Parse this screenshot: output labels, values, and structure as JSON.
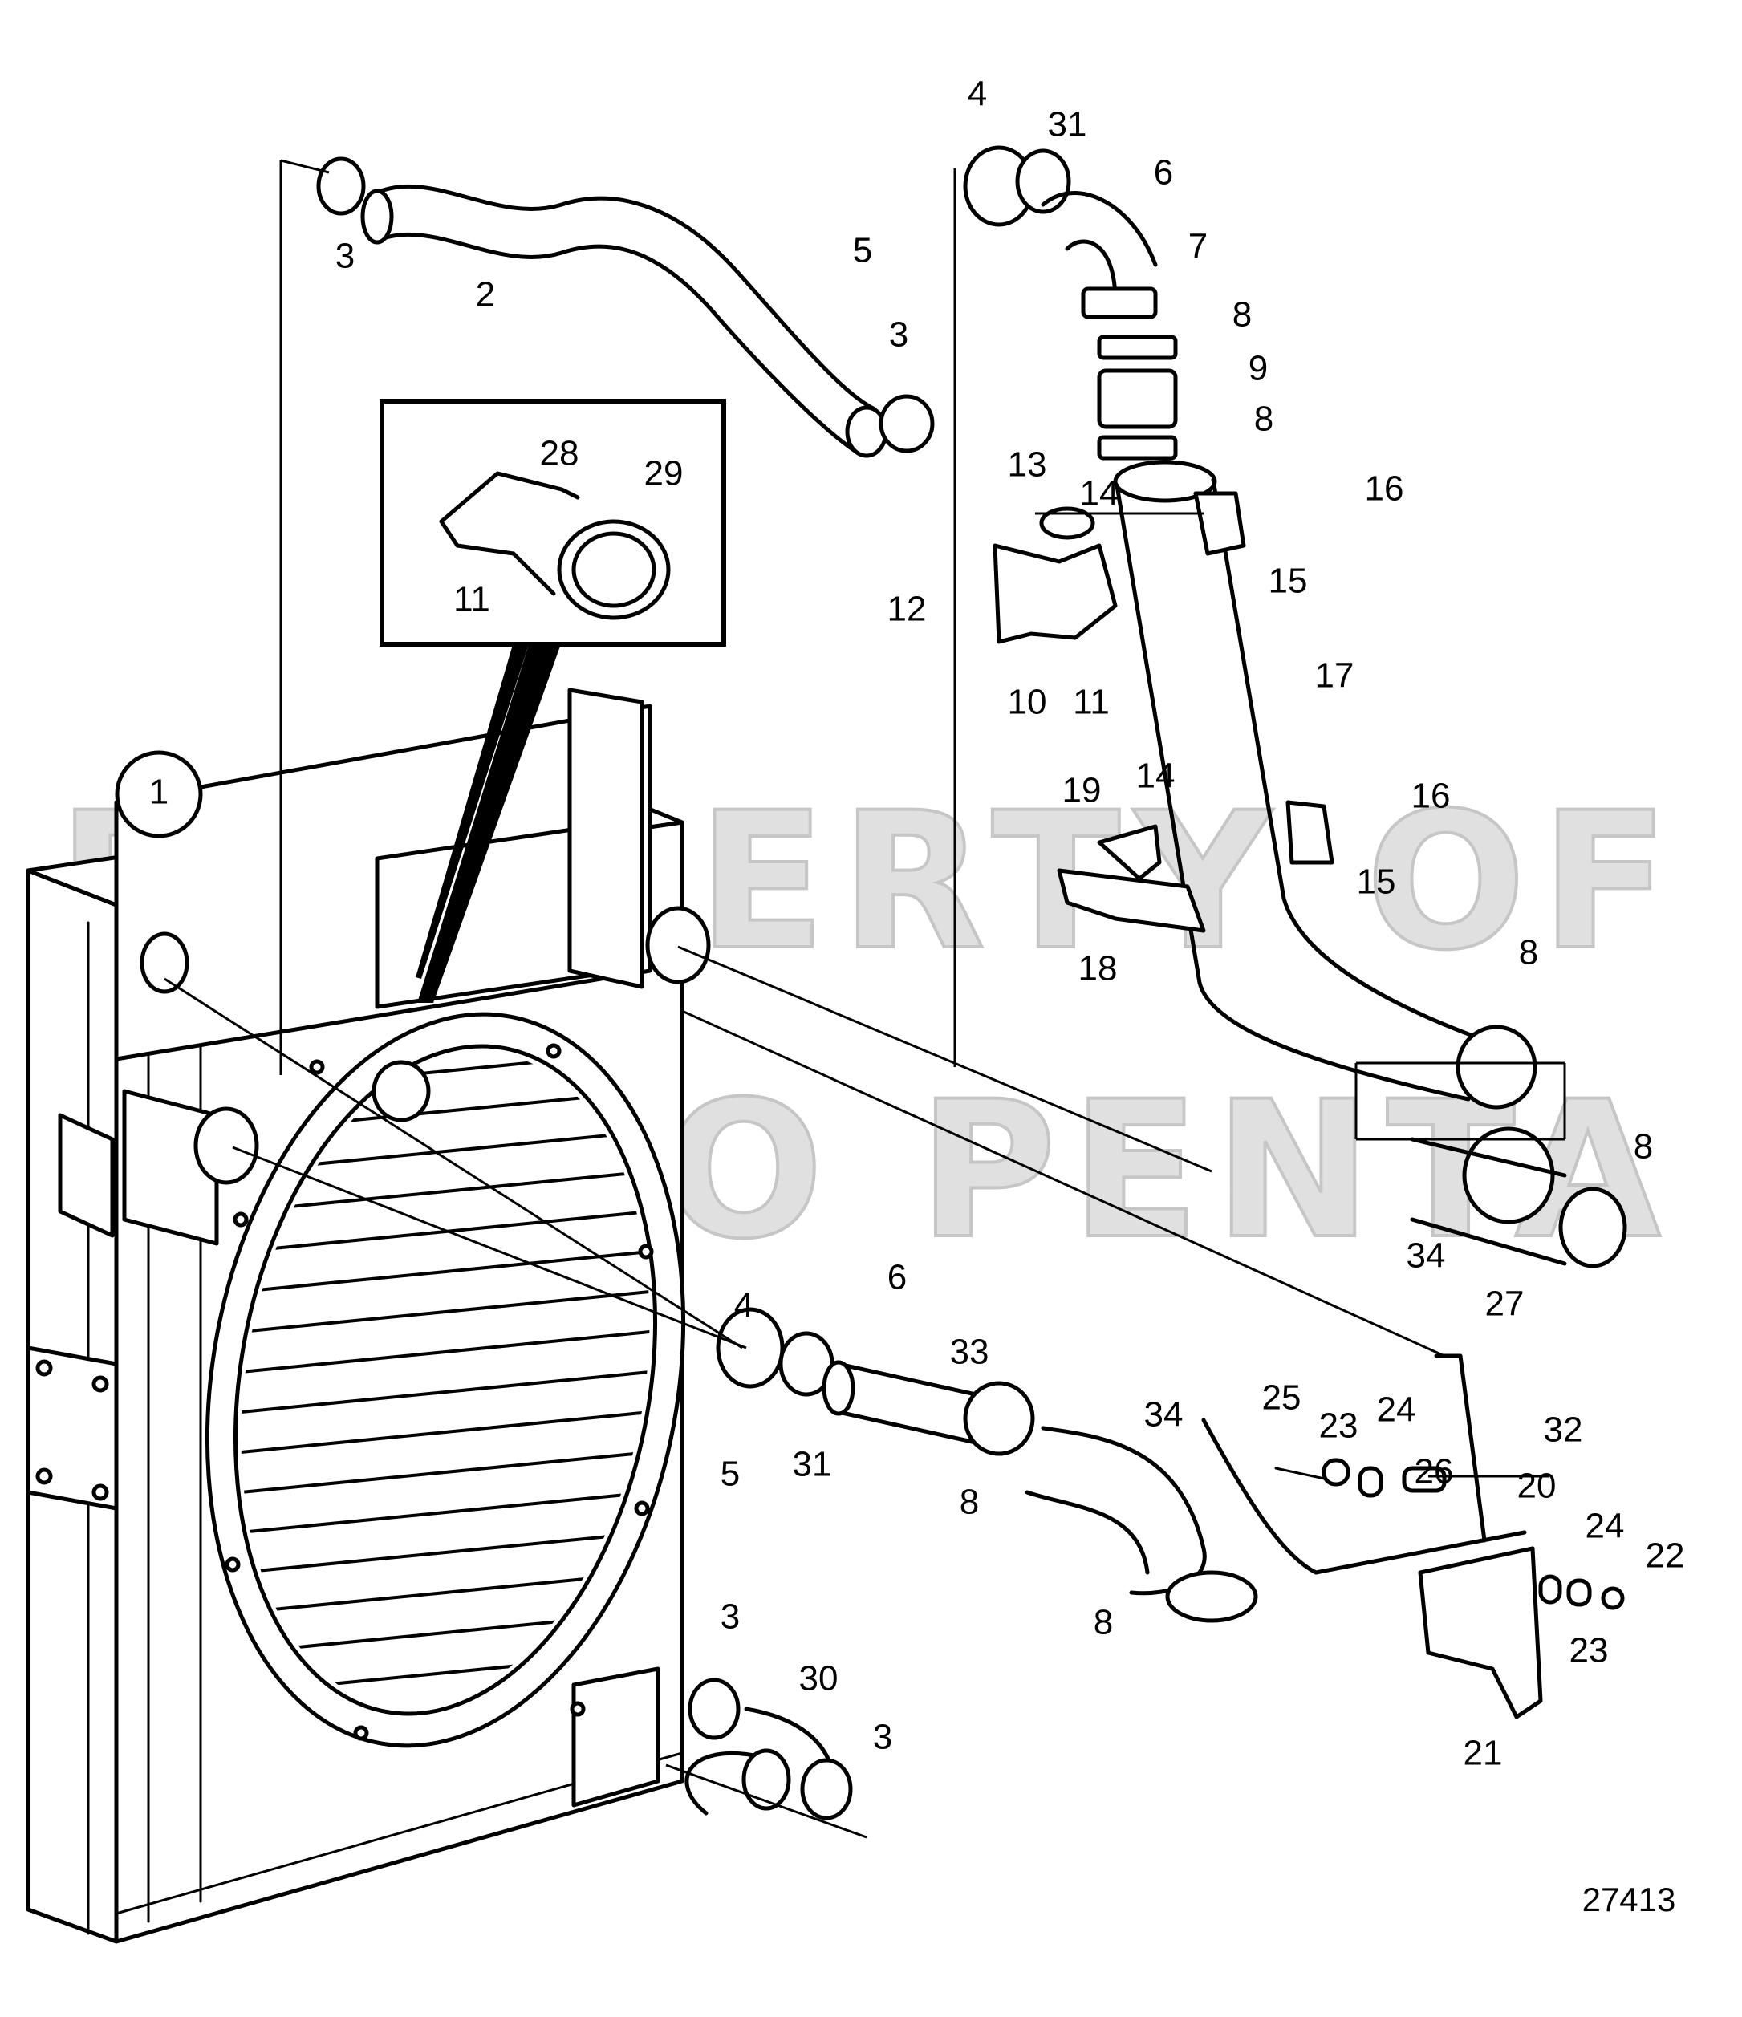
{
  "diagram": {
    "reference_number": "27413",
    "watermark_lines": [
      "PROPERTY OF",
      "VOLVO PENTA"
    ],
    "callouts": {
      "c1": "1",
      "c2": "2",
      "c3a": "3",
      "c3b": "3",
      "c3c": "3",
      "c3d": "3",
      "c4a": "4",
      "c4b": "4",
      "c5a": "5",
      "c5b": "5",
      "c6a": "6",
      "c6b": "6",
      "c7": "7",
      "c8a": "8",
      "c8b": "8",
      "c8c": "8",
      "c8d": "8",
      "c8e": "8",
      "c8f": "8",
      "c9": "9",
      "c10": "10",
      "c11a": "11",
      "c11b": "11",
      "c12": "12",
      "c13": "13",
      "c14a": "14",
      "c14b": "14",
      "c15a": "15",
      "c15b": "15",
      "c16a": "16",
      "c16b": "16",
      "c17": "17",
      "c18": "18",
      "c19": "19",
      "c20": "20",
      "c21": "21",
      "c22": "22",
      "c23a": "23",
      "c23b": "23",
      "c24a": "24",
      "c24b": "24",
      "c25": "25",
      "c26": "26",
      "c27": "27",
      "c28": "28",
      "c29": "29",
      "c30": "30",
      "c31a": "31",
      "c31b": "31",
      "c32": "32",
      "c33": "33",
      "c34a": "34",
      "c34b": "34"
    }
  }
}
